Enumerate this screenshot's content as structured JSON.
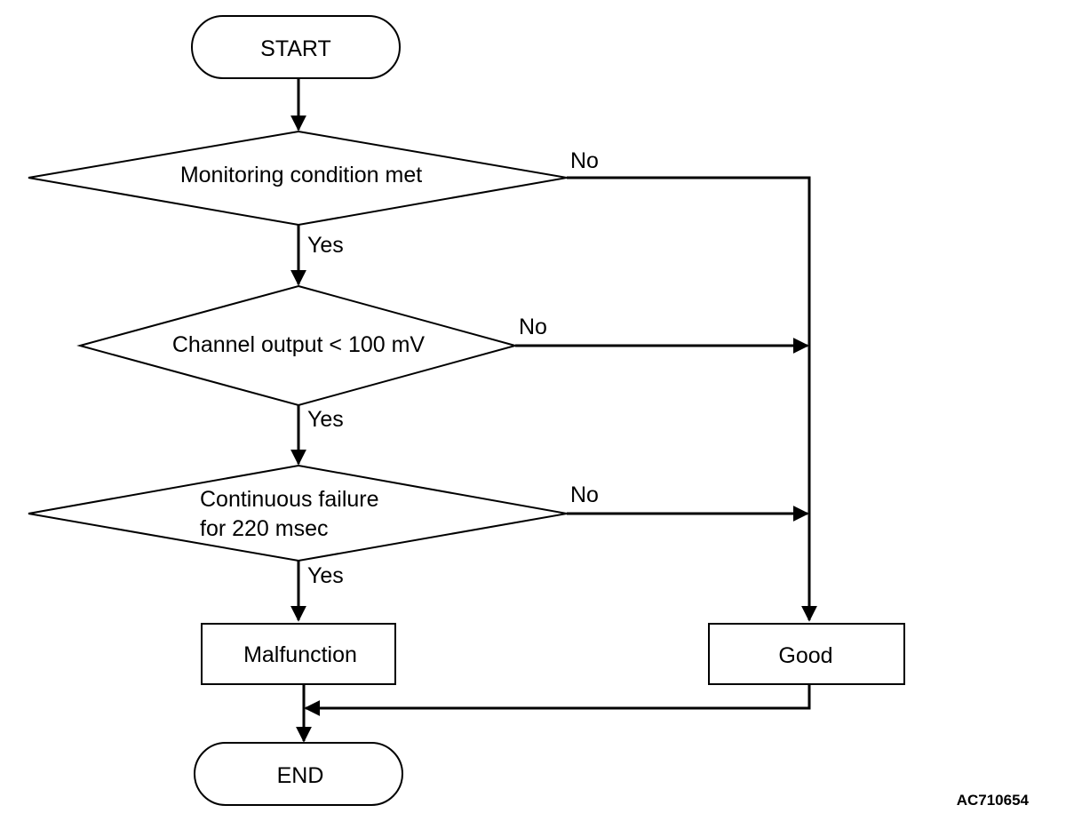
{
  "nodes": {
    "start": "START",
    "monitoring": "Monitoring condition met",
    "channel": "Channel output < 100 mV",
    "continuous_line1": "Continuous failure",
    "continuous_line2": "for 220 msec",
    "malfunction": "Malfunction",
    "good": "Good",
    "end": "END"
  },
  "edges": {
    "monitoring_no": "No",
    "monitoring_yes": "Yes",
    "channel_no": "No",
    "channel_yes": "Yes",
    "continuous_no": "No",
    "continuous_yes": "Yes"
  },
  "reference_code": "AC710654",
  "colors": {
    "line": "#000000",
    "fill": "#ffffff"
  }
}
